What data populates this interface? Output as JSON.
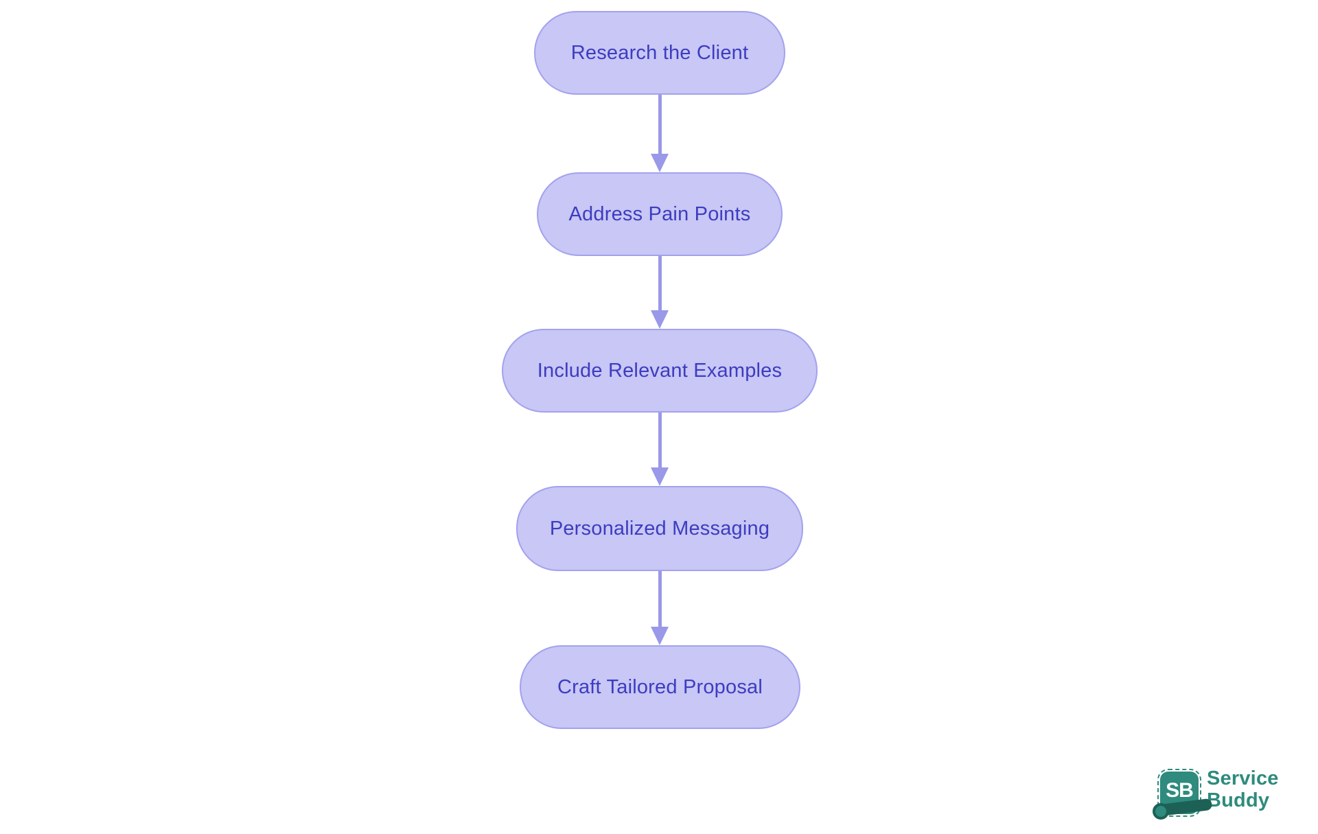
{
  "theme": {
    "background": "#ffffff",
    "node_fill": "#c8c7f5",
    "node_border": "#a3a1ee",
    "node_text": "#3d3cc0",
    "arrow_color": "#9a98e8",
    "logo_teal": "#2e8b7d",
    "logo_dark_teal": "#1d6156",
    "logo_badge_text": "#ffffff"
  },
  "flowchart": {
    "type": "flowchart",
    "direction": "top-down",
    "nodes": [
      {
        "id": "research-the-client",
        "label": "Research the Client"
      },
      {
        "id": "address-pain-points",
        "label": "Address Pain Points"
      },
      {
        "id": "include-relevant-examples",
        "label": "Include Relevant Examples"
      },
      {
        "id": "personalized-messaging",
        "label": "Personalized Messaging"
      },
      {
        "id": "craft-tailored-proposal",
        "label": "Craft Tailored Proposal"
      }
    ],
    "edges": [
      {
        "from": "research-the-client",
        "to": "address-pain-points"
      },
      {
        "from": "address-pain-points",
        "to": "include-relevant-examples"
      },
      {
        "from": "include-relevant-examples",
        "to": "personalized-messaging"
      },
      {
        "from": "personalized-messaging",
        "to": "craft-tailored-proposal"
      }
    ]
  },
  "logo": {
    "badge_text": "SB",
    "name_line1": "Service",
    "name_line2": "Buddy"
  }
}
